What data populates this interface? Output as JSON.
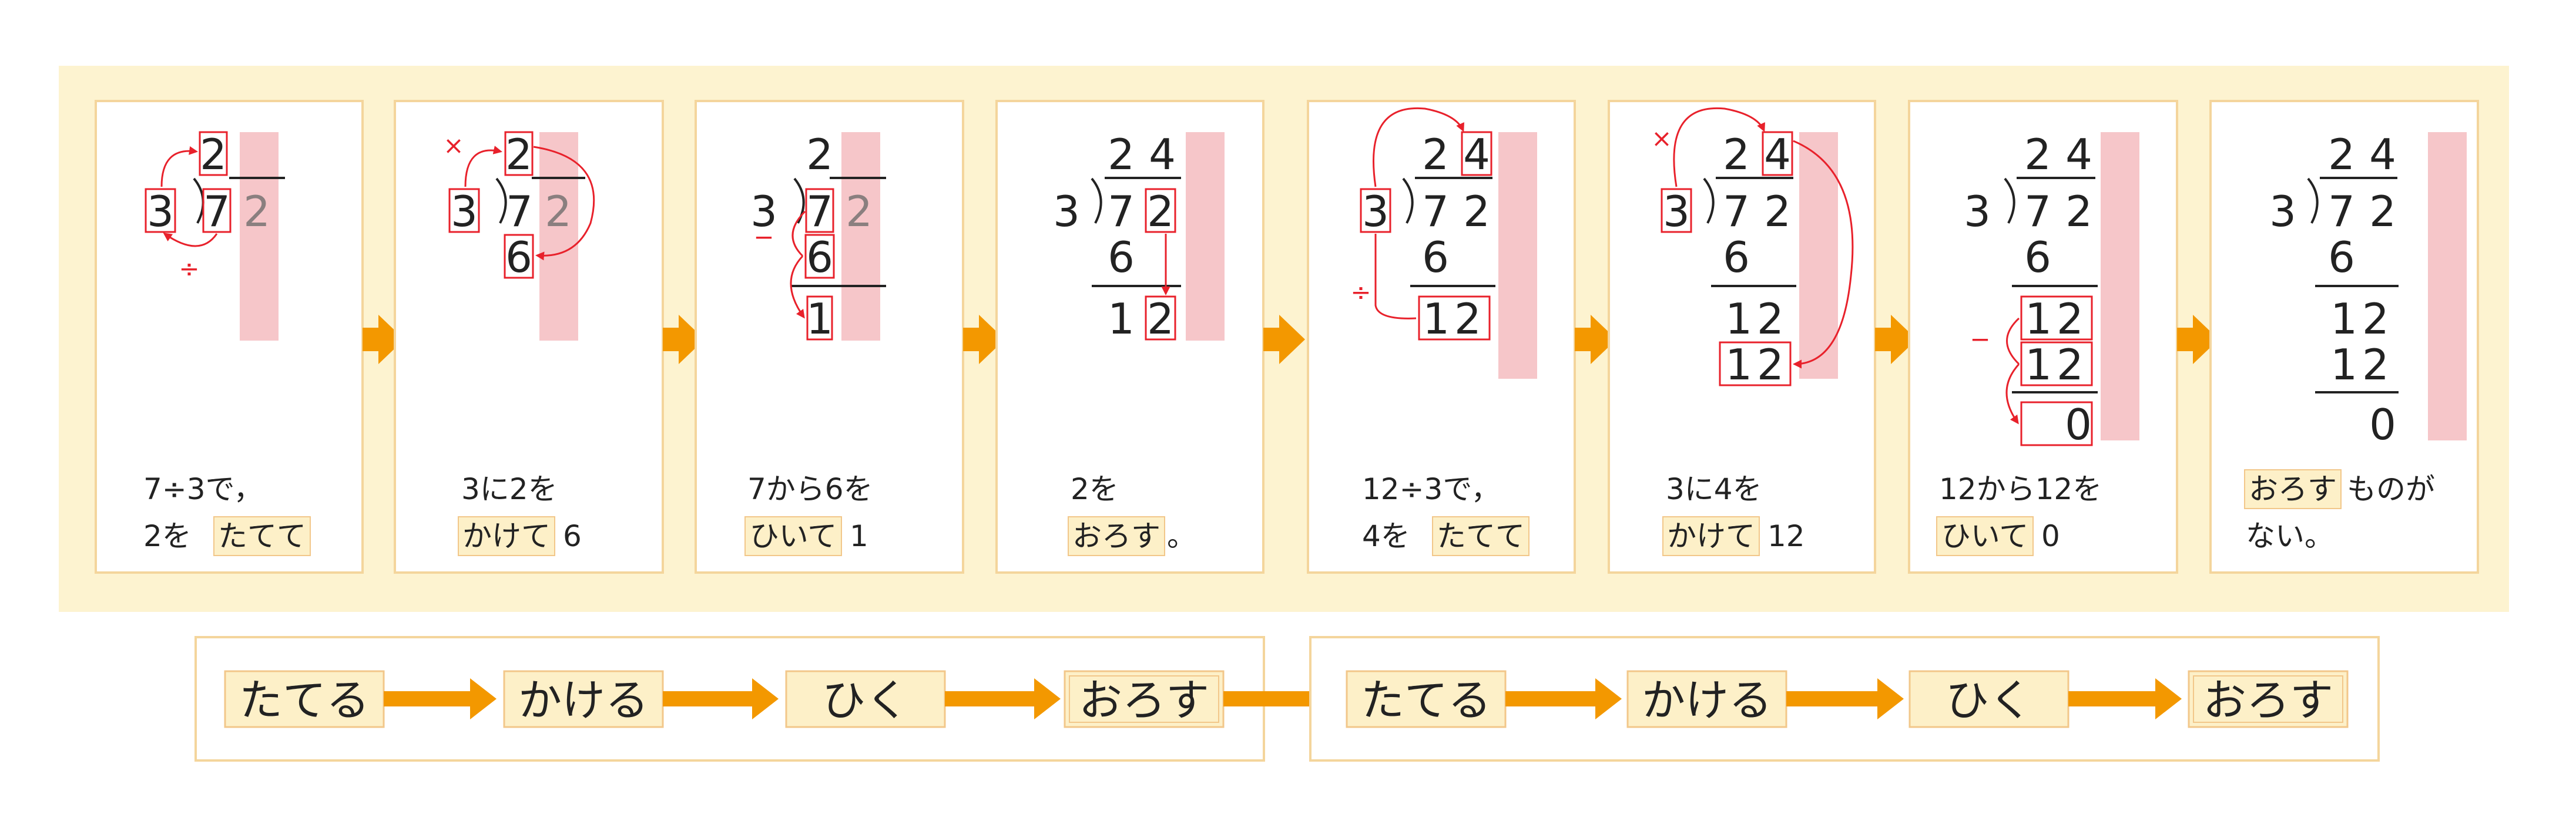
{
  "steps": [
    {
      "caption_line1": "7÷3で，",
      "caption_line2_pre": "2を",
      "caption_line2_hl": "たてて",
      "caption_line2_post": ""
    },
    {
      "caption_line1": "3に2を",
      "caption_line2_pre": "",
      "caption_line2_hl": "かけて",
      "caption_line2_post": "6"
    },
    {
      "caption_line1": "7から6を",
      "caption_line2_pre": "",
      "caption_line2_hl": "ひいて",
      "caption_line2_post": "1"
    },
    {
      "caption_line1": "2を",
      "caption_line2_pre": "",
      "caption_line2_hl": "おろす",
      "caption_line2_post": "。"
    },
    {
      "caption_line1": "12÷3で，",
      "caption_line2_pre": "4を",
      "caption_line2_hl": "たてて",
      "caption_line2_post": ""
    },
    {
      "caption_line1": "3に4を",
      "caption_line2_pre": "",
      "caption_line2_hl": "かけて",
      "caption_line2_post": "12"
    },
    {
      "caption_line1": "12から12を",
      "caption_line2_pre": "",
      "caption_line2_hl": "ひいて",
      "caption_line2_post": "0"
    },
    {
      "caption_line1_hl": "おろす",
      "caption_line1_post": "ものが",
      "caption_line2_pre": "ない。",
      "caption_line2_hl": "",
      "caption_line2_post": ""
    }
  ],
  "digits": {
    "divisor": "3",
    "dividend_tens": "7",
    "dividend_ones": "2",
    "q_tens": "2",
    "q_ones": "4",
    "prod1": "6",
    "rem1": "1",
    "down": "2",
    "twelve": "12",
    "zero": "0"
  },
  "marks": {
    "times": "×",
    "divide": "÷",
    "minus": "−"
  },
  "flow": {
    "group1": [
      "たてる",
      "かける",
      "ひく",
      "おろす"
    ],
    "group2": [
      "たてる",
      "かける",
      "ひく",
      "おろす"
    ]
  },
  "colors": {
    "outer_bg": "#fdf3d0",
    "panel_border": "#f4d59c",
    "arrow": "#f39800",
    "red": "#e8212b",
    "pink_col": "#f6c6c9",
    "highlight": "#fdf0c8",
    "highlight_border": "#f2c78a"
  }
}
